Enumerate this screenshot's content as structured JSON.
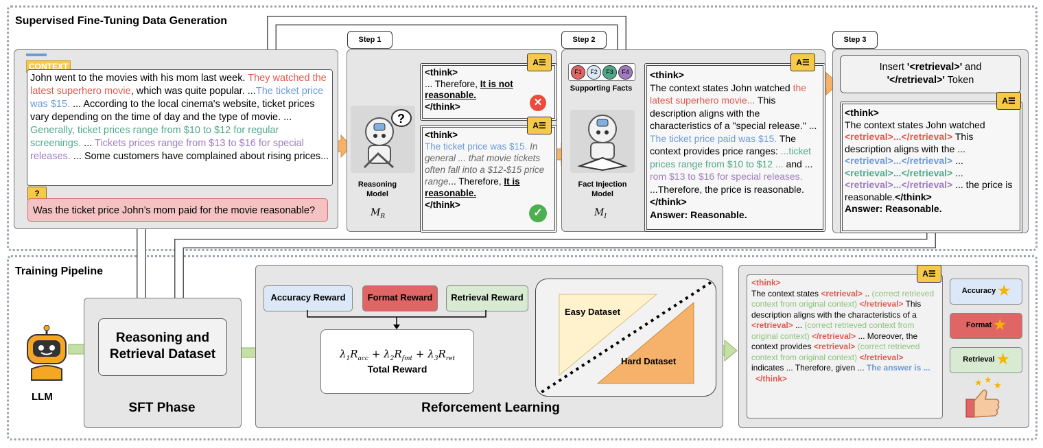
{
  "sections": {
    "sft_title": "Supervised Fine-Tuning Data Generation",
    "training_title": "Training Pipeline"
  },
  "context": {
    "badge": "CONTEXT",
    "p1": "John went to the movies with his mom last week. ",
    "p2": "They watched the latest superhero movie",
    "p3": ", which was quite popular. ...",
    "p4": "The ticket price was $15.",
    "p5": " ... According to the local cinema's website, ticket prices vary depending on the time of day and the type of movie. ... ",
    "p6": "Generally, ticket prices range from $10 to $12 for regular screenings.",
    "p7": " ... ",
    "p8": "Tickets prices range from $13 to $16 for special releases.",
    "p9": " ... Some customers have complained about rising prices...",
    "question_badge": "?",
    "question": "Was the ticket price John’s mom paid for the movie reasonable?"
  },
  "steps": {
    "s1": "Step 1",
    "s2": "Step 2",
    "s3": "Step 3"
  },
  "step1": {
    "bad_think_open": "<think>",
    "bad_text": "... Therefore, ",
    "bad_bold": "It is not reasonable.",
    "bad_close": "</think>",
    "good_think_open": "<think>",
    "good_blue": "The ticket price was $15.",
    "good_italic": " In general ... that movie tickets often fall into a $12-$15 price range",
    "good_text": "... Therefore, ",
    "good_bold": "It is reasonable.",
    "good_close": "</think>",
    "model_name": "Reasoning Model",
    "model_symbol": "M",
    "model_sub": "R"
  },
  "step2": {
    "facts": [
      "F1",
      "F2",
      "F3",
      "F4"
    ],
    "facts_label": "Supporting Facts",
    "model_name": "Fact Injection Model",
    "model_symbol": "M",
    "model_sub": "I",
    "think_open": "<think>",
    "t1": "The context states John watched ",
    "t2": "the latest superhero movie...",
    "t3": " This description aligns with the characteristics of a \"special release.\" ...  ",
    "t4": "The ticket price paid was $15.",
    "t5": " The context provides price ranges: ",
    "t6": "...ticket prices range from $10 to $12 ...",
    "t7": " and ... ",
    "t8": "rom $13 to $16 for special releases.",
    "t9": " ...Therefore, the price is reasonable.",
    "think_close": "</think>",
    "answer": "Answer: Reasonable."
  },
  "step3": {
    "insert_pre": "Insert ",
    "insert_tok1": "'<retrieval>'",
    "insert_mid": " and ",
    "insert_tok2": "'</retrieval>'",
    "insert_post": " Token",
    "think_open": "<think>",
    "t1": "The context states John watched ",
    "r1": "<retrieval>...</retrieval>",
    "t2": " This description aligns with the ... ",
    "r2": "<retrieval>...</retrieval>",
    "t3": " ...",
    "r3": "<retrieval>...</retrieval>",
    "t4": " ...",
    "r4": "<retrieval>...</retrieval>",
    "t5": " ... the price is reasonable.",
    "think_close": "</think>",
    "answer": "Answer: Reasonable."
  },
  "pipeline": {
    "llm": "LLM",
    "dataset": "Reasoning and Retrieval Dataset",
    "sft_phase": "SFT Phase",
    "rewards": [
      "Accuracy Reward",
      "Format Reward",
      "Retrieval Reward"
    ],
    "total_reward": "Total Reward",
    "easy": "Easy Dataset",
    "hard": "Hard Dataset",
    "rl": "Reforcement Learning"
  },
  "output": {
    "think_open": "<think>",
    "o1": "The context states ",
    "r_open": "<retrieval>",
    "r_close": "</retrieval>",
    "o2": " .. ",
    "g1": "(correct retrieved context from original context)",
    "o3": " This description aligns with the characteristics of a ",
    "o4": " ... ",
    "g2": "(correct retrieved context from original context)",
    "o5": " ... Moreover, the context provides ",
    "g3": "(correct retrieved context from original context)",
    "o6": " indicates ... Therefore, given ... ",
    "answer": "The answer is ...",
    "think_close": "</think>",
    "badges": [
      "Accuracy",
      "Format",
      "Retrieval"
    ]
  },
  "colors": {
    "accuracy": "#dce8f7",
    "format": "#e06666",
    "retrieval": "#d9ead3",
    "arrow_orange": "#f6b26b",
    "arrow_green": "#c5e0a5",
    "question_bg": "#f4c2c2",
    "easy": "#fff2cc",
    "hard": "#f6b26b",
    "chat_icon": "#f7c948"
  }
}
